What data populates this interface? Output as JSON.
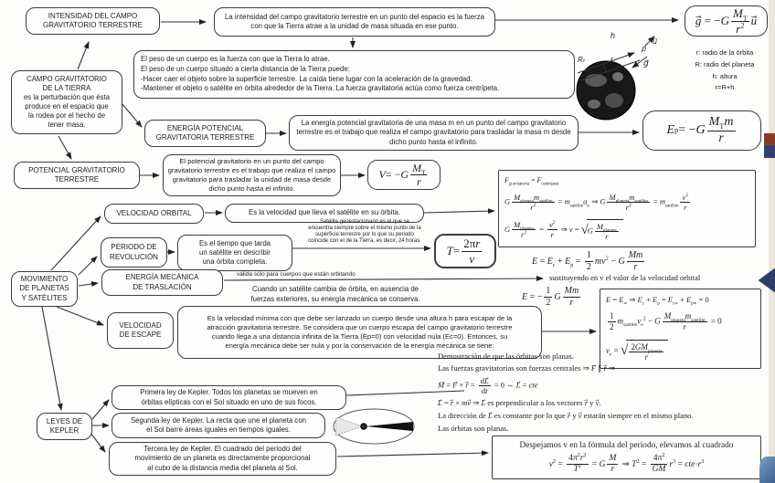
{
  "boxes": {
    "intensidad_title": "INTENSIDAD DEL CAMPO\nGRAVITATORIO TERRESTRE",
    "intensidad_desc": "La intensidad del campo gravitatorio terrestre en un punto del espacio es la fuerza con que la Tierra atrae a la unidad de masa situada en ese punto.",
    "peso": "El peso de un cuerpo es la fuerza con que la Tierra lo atrae.\nEl peso de un cuerpo situado a cierta distancia de la Tierra puede:\n-Hacer caer el objeto sobre la superficie terrestre. La caída tiene lugar con la aceleración de la gravedad.\n-Mantener el objeto o  satélite en órbita alrededor de la Tierra. La fuerza gravitatoria actúa como fuerza centrípeta.",
    "campo_title": "CAMPO GRAVITATORIO\nDE LA TIERRA",
    "campo_body": "es la perturbación que ésta\nproduce en el espacio que\nla rodea por el hecho de\ntener masa.",
    "ep_title": "ENERGÍA POTENCIAL\nGRAVITATORIA TERRESTRE",
    "ep_desc": "La energía potencial gravitatoria de una masa m en un punto del campo gravitatorio terrestre es el trabajo que realiza el campo gravitatorio para trasladar la masa m desde dicho punto hasta el infinito.",
    "pot_title": "POTENCIAL GRAVITATORIO\nTERRESTRE",
    "pot_desc": "El potencial gravitatorio en un punto del campo gravitatorio terrestre es el trabajo que realiza el campo gravitatorio para trasladar la unidad de masa desde dicho punto hasta el infinito.",
    "earth_legend": "r: radio de la órbita\nR: radio del planeta\nh: altura\nr=R+h",
    "movimiento": "MOVIMIENTO\nDE PLANETAS\nY SATÉLITES",
    "vo_title": "VELOCIDAD ORBITAL",
    "vo_desc": "Es la velocidad que lleva el satélite en su órbita.",
    "periodo_title": "PERIODO DE\nREVOLUCIÓN",
    "periodo_desc": "Es el tiempo que tarda\nun satélite en describir\nuna órbita completa.",
    "geo_note": "Satélite geoestacionario es el que se\nencuentra siempre sobre el mismo punto de la\nsuperficie terrestre por lo que su periodo\ncoincide con el de la Tierra, es decir, 24 horas.",
    "em_title": "ENERGÍA MECÁNICA\nDE TRASLACIÓN",
    "valida_note": "válida sólo para cuerpos que están orbitando",
    "em_desc": "Cuando un satélite cambia de órbita, en ausencia de\nfuerzas exteriores, su energía mecánica se conserva.",
    "sustituyendo": "sustituyendo en v el valor de la velocidad orbital",
    "ve_title": "VELOCIDAD\nDE ESCAPE",
    "ve_desc": "Es la velocidad mínima con que debe ser lanzado un cuerpo desde una altura h para escapar de la\natracción gravitatoria terrestre. Se considera que un cuerpo escapa del campo gravitatorio terrestre\ncuando llega a una distancia infinita de la Tierra (Ep=0) con velocidad nula (Ec=0). Entonces, su\nenergía mecánica debe ser nula y por la conservación de la energía mecánica se tiene:",
    "kepler_title": "LEYES DE\nKEPLER",
    "kepler1": "Primera ley de Kepler. Todos los planetas se mueven en\nórbitas elípticas con el Sol situado en uno de sus focos.",
    "kepler2": "Segunda ley de Kepler. La recta que une el planeta con\nel Sol barre áreas iguales en tiempos iguales.",
    "kepler3": "Tercera ley de Kepler. El cuadrado del periodo del\nmovimiento de un planeta es directamente proporcional\nal cubo de la distancia media del planeta al Sol.",
    "despejamos_title": "Despejamos v en la fórmula del periodo, elevamos al cuadrado"
  },
  "formulas": {
    "g_field": "<i>g</i>⃗ = −<i>G</i><span class='fr'><span class='n'><i>M</i><sub>T</sub></span><span class='d'><i>r</i><sup>2</sup></span></span><i>u</i>⃗",
    "ep": "<i>E</i><sub>p</sub> = −<i>G</i><span class='fr'><span class='n'><i>M</i><sub>T</sub><i>m</i></span><span class='d'><i>r</i></span></span>",
    "v_pot": "<i>V</i> = −<i>G</i><span class='fr'><span class='n'><i>M</i><sub>T</sub></span><span class='d'><i>r</i></span></span>",
    "box1_l1": "<i>F</i><sub>gravitatoria</sub> = <i>F</i><sub>centrípeta</sub>",
    "box1_l2": "<i>G</i><span class='fr'><span class='n'><i>M</i><sub>planeta</sub><i>m</i><sub>satélite</sub></span><span class='d'><i>r</i><sup>2</sup></span></span> = <i>m</i><sub>satélite</sub><i>a</i><sub>n</sub> ⇒ <i>G</i><span class='fr'><span class='n'><i>M</i><sub>planeta</sub><i>m</i><sub>satélite</sub></span><span class='d'><i>r</i><sup>2</sup></span></span> = <i>m</i><sub>satélite</sub><span class='fr'><span class='n'><i>v</i><sup>2</sup></span><span class='d'><i>r</i></span></span>",
    "box1_l3": "<i>G</i><span class='fr'><span class='n'><i>M</i><sub>planeta</sub></span><span class='d'><i>r</i><sup>2</sup></span></span> = <span class='fr'><span class='n'><i>v</i><sup>2</sup></span><span class='d'><i>r</i></span></span> ⇒ <i>v</i> = <span class='rt'>√</span><span class='srt'><i>G</i><span class='fr'><span class='n'><i>M</i><sub>planeta</sub></span><span class='d'><i>r</i></span></span></span>",
    "t_period": "<i>T</i> = <span class='fr'><span class='n'>2π<i>r</i></span><span class='d'><i>ν</i></span></span>",
    "em1": "<i>E</i> = <i>E</i><sub>c</sub> + <i>E</i><sub>p</sub> = <span class='fr'><span class='n'>1</span><span class='d'>2</span></span><i>mv</i><sup>2</sup> − <i>G</i><span class='fr'><span class='n'><i>Mm</i></span><span class='d'><i>r</i></span></span>",
    "em2": "<i>E</i> = −<span class='fr'><span class='n'>1</span><span class='d'>2</span></span><i>G</i><span class='fr'><span class='n'><i>Mm</i></span><span class='d'><i>r</i></span></span>",
    "esc_l1": "<i>E</i> = <i>E</i><sub>∞</sub> ⇒ <i>E</i><sub>c</sub> + <i>E</i><sub>p</sub> = <i>E</i><sub>c∞</sub> + <i>E</i><sub>p∞</sub> = 0",
    "esc_l2": "<span class='fr'><span class='n'>1</span><span class='d'>2</span></span><i>m</i><sub>satélite</sub><i>v</i><sub>e</sub><sup>2</sup> − <i>G</i><span class='fr'><span class='n'><i>M</i><sub>planeta</sub><i>m</i><sub>satélite</sub></span><span class='d'><i>r</i></span></span> = 0",
    "esc_l3": "<i>v</i><sub>e</sub> = <span class='rt'>√</span><span class='srt'><span class='fr'><span class='n'>2<i>GM</i><sub>planeta</sub></span><span class='d'><i>r</i></span></span></span>",
    "despejamos": "<i>v</i><sup>2</sup> = <span class='fr'><span class='n'>4π<sup>2</sup><i>r</i><sup>2</sup></span><span class='d'><i>T</i><sup>2</sup></span></span> = <i>G</i><span class='fr'><span class='n'><i>M</i></span><span class='d'><i>r</i></span></span> ⇒ <i>T</i><sup>2</sup> = <span class='fr'><span class='n'>4π<sup>2</sup></span><span class='d'><i>GM</i></span></span><i>r</i><sup>3</sup> = <i>cte</i>·<i>r</i><sup>3</sup>"
  },
  "demo": {
    "l1": "Demostración de que las órbitas son planas.",
    "l2": "Las fuerzas gravitatorias son fuerzas centrales ⇒ <i>F</i>⃗ ∥ <i>r</i>⃗ ⇒",
    "l3": "<i>M</i>⃗ = <i>F</i>⃗ × <i>r</i>⃗ = <span class='fr'><span class='n'>d<i>L</i>⃗</span><span class='d'>d<i>t</i></span></span> = 0 ⇔ <i>L</i>⃗ = <i>cte</i>",
    "l4": "<i>L</i>⃗ = <i>r</i>⃗ × <i>mv</i>⃗ ⇒ <i>L</i>⃗ es perpendicular a los vectores <i>r</i>⃗ y <i>v</i>⃗.",
    "l5": "La dirección de <i>L</i>⃗ es constante por lo que <i>r</i>⃗ y <i>v</i>⃗ estarán siempre en el mismo plano.",
    "l6": "Las órbitas son planas."
  },
  "earth_labels": {
    "h": "h",
    "rt": "Rₜ",
    "r": "r",
    "p": "p⃗",
    "u": "u⃗",
    "g": "g⃗"
  },
  "colors": {
    "ink": "#1d1d1d",
    "border": "#3c3c3c",
    "edge_strip": "#ece7da",
    "fragment_red": "#8c3a28",
    "fragment_navy": "#33406f",
    "fragment_blue": "#4a6f9e"
  }
}
